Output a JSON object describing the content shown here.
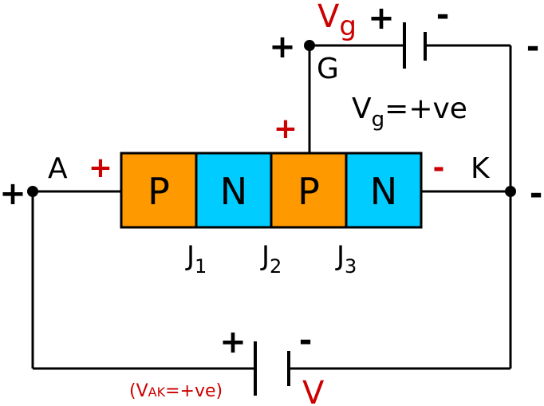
{
  "colors": {
    "p_layer": "#ff9900",
    "n_layer": "#00ccff",
    "polarity_red": "#cc0000",
    "wire": "#000000"
  },
  "layers": [
    {
      "type": "P"
    },
    {
      "type": "N"
    },
    {
      "type": "P"
    },
    {
      "type": "N"
    }
  ],
  "terminals": {
    "anode": "A",
    "cathode": "K",
    "gate": "G"
  },
  "junctions": {
    "j1": {
      "main": "J",
      "sub": "1"
    },
    "j2": {
      "main": "J",
      "sub": "2"
    },
    "j3": {
      "main": "J",
      "sub": "3"
    }
  },
  "gate_source": {
    "label": "V",
    "label_sub": "g",
    "equation": {
      "main": "V",
      "sub": "g",
      "rest": "=+ve"
    }
  },
  "main_source": {
    "label": "V",
    "condition": {
      "open": "(V",
      "sub": "AK",
      "rest": "=+ve)"
    }
  },
  "polarity": {
    "plus": "+",
    "minus": "-"
  }
}
